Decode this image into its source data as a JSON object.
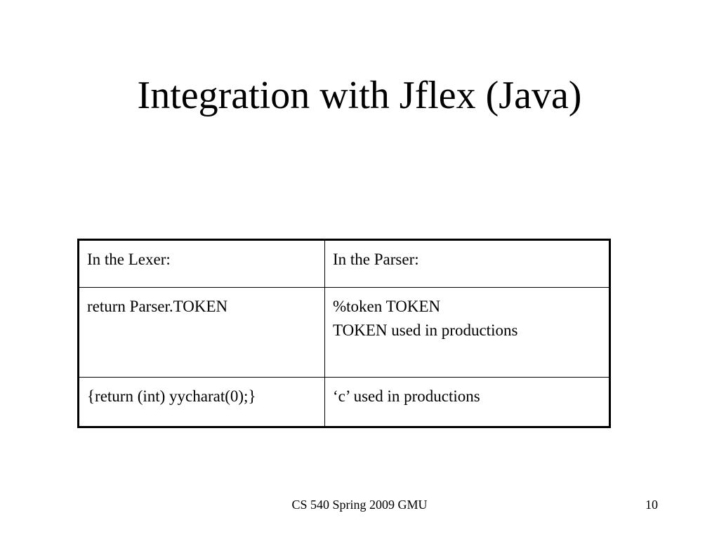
{
  "slide": {
    "title": "Integration with Jflex (Java)"
  },
  "table": {
    "headers": [
      "In the Lexer:",
      "In the Parser:"
    ],
    "rows": [
      {
        "lexer": [
          "return Parser.TOKEN"
        ],
        "parser": [
          "%token TOKEN",
          "TOKEN used in productions"
        ]
      },
      {
        "lexer": [
          "{return (int) yycharat(0);}"
        ],
        "parser": [
          "‘c’ used in productions"
        ]
      }
    ]
  },
  "footer": {
    "course": "CS 540 Spring 2009 GMU",
    "page_number": "10"
  }
}
